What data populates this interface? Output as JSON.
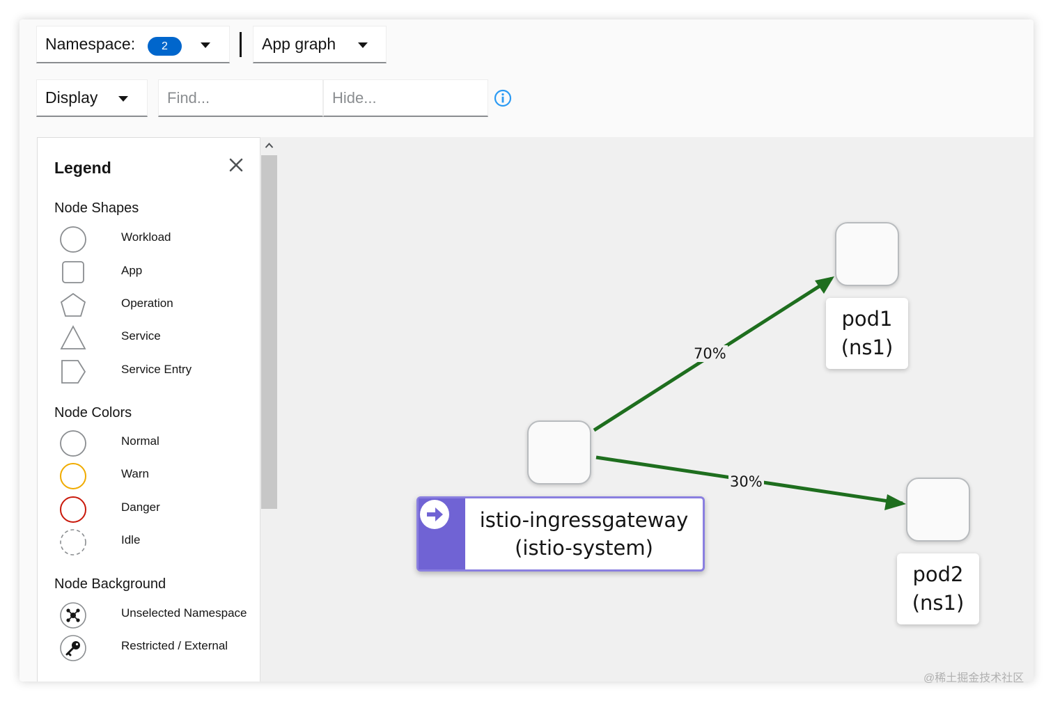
{
  "toolbar": {
    "namespace_label": "Namespace:",
    "namespace_count": "2",
    "graph_type": "App graph",
    "display_label": "Display",
    "find_placeholder": "Find...",
    "hide_placeholder": "Hide..."
  },
  "legend": {
    "title": "Legend",
    "node_shapes_title": "Node Shapes",
    "node_shapes": [
      {
        "label": "Workload",
        "icon": "circle-icon"
      },
      {
        "label": "App",
        "icon": "square-icon"
      },
      {
        "label": "Operation",
        "icon": "pentagon-icon"
      },
      {
        "label": "Service",
        "icon": "triangle-icon"
      },
      {
        "label": "Service Entry",
        "icon": "tag-shape-icon"
      }
    ],
    "node_colors_title": "Node Colors",
    "node_colors": [
      {
        "label": "Normal",
        "color": "#8a8d90"
      },
      {
        "label": "Warn",
        "color": "#f0ab00"
      },
      {
        "label": "Danger",
        "color": "#c9190b"
      },
      {
        "label": "Idle",
        "color": "#8a8d90"
      }
    ],
    "node_background_title": "Node Background",
    "node_background": [
      {
        "label": "Unselected Namespace",
        "icon": "network-icon"
      },
      {
        "label": "Restricted / External",
        "icon": "key-icon"
      }
    ]
  },
  "graph": {
    "gateway": {
      "line1": "istio-ingressgateway",
      "line2": "(istio-system)",
      "color": "#7063d4"
    },
    "pod1": {
      "line1": "pod1",
      "line2": "(ns1)"
    },
    "pod2": {
      "line1": "pod2",
      "line2": "(ns1)"
    },
    "edges": [
      {
        "to": "pod1",
        "label": "70%"
      },
      {
        "to": "pod2",
        "label": "30%"
      }
    ],
    "edge_color": "#1e6e1e"
  },
  "watermark": "@稀土掘金技术社区"
}
